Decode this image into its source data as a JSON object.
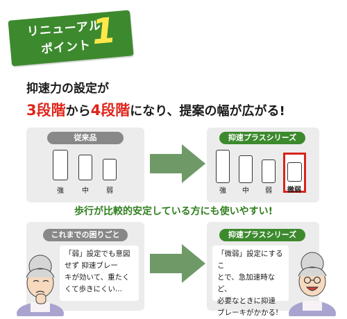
{
  "badge": {
    "line1": "リニューアル",
    "line2": "ポイント",
    "number": "1"
  },
  "headline": {
    "line1": "抑速力の設定が",
    "red1": "3段階",
    "mid": "から",
    "red2": "4段階",
    "rest": "になり、提案の幅が広がる!"
  },
  "left_top": {
    "title": "従来品",
    "buttons": [
      "強",
      "中",
      "弱"
    ]
  },
  "right_top": {
    "title": "抑速プラスシリーズ",
    "buttons": [
      "強",
      "中",
      "弱",
      "微弱"
    ]
  },
  "banner": "歩行が比較的安定している方にも使いやすい!",
  "left_bottom": {
    "title": "これまでの困りごと",
    "lines": [
      "「弱」設定でも意図",
      "せず 抑速ブレー",
      "キが効いて、重たく",
      "くて歩きにくい..."
    ]
  },
  "right_bottom": {
    "title": "抑速プラスシリーズ",
    "lines": [
      "「微弱」設定にするこ",
      "とで、急加速時など、",
      "必要なときに抑速",
      "ブレーキがかかる!"
    ]
  },
  "colors": {
    "green": "#3d8a2e",
    "red": "#e0241b",
    "yellow": "#ffe94a",
    "arrow": "#6f9a68"
  }
}
